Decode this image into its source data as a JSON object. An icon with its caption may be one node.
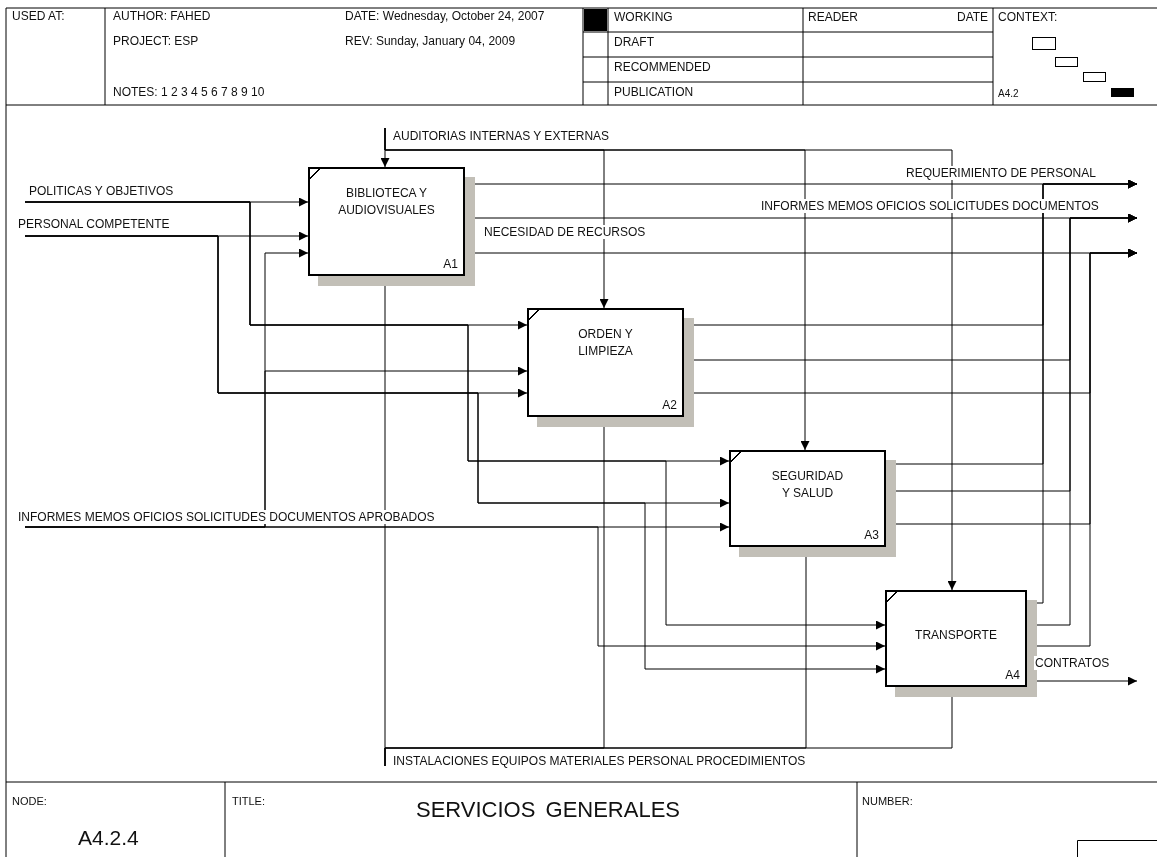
{
  "diagram": {
    "title": "SERVICIOS GENERALES",
    "nodes": [
      {
        "text": [
          "BIBLIOTECA Y AUDIOVISUALES",
          "A1"
        ]
      },
      {
        "text": [
          "ORDEN Y LIMPIEZA",
          "A2"
        ]
      },
      {
        "text": [
          "SEGURIDAD Y SALUD",
          "A3"
        ]
      },
      {
        "text": [
          "TRANSPORTE",
          "A4"
        ]
      }
    ],
    "edges": [
      {
        "from": null,
        "to": 0,
        "arrow": "to",
        "label": "POLITICAS Y OBJETIVOS"
      },
      {
        "from": null,
        "to": 1,
        "arrow": "to"
      },
      {
        "from": null,
        "to": 2,
        "arrow": "to"
      },
      {
        "from": null,
        "to": 3,
        "arrow": "to"
      },
      {
        "from": null,
        "to": 0,
        "arrow": "to",
        "label": "PERSONAL COMPETENTE"
      },
      {
        "from": null,
        "to": 1,
        "arrow": "to"
      },
      {
        "from": null,
        "to": 2,
        "arrow": "to"
      },
      {
        "from": null,
        "to": 3,
        "arrow": "to"
      },
      {
        "from": null,
        "to": 2,
        "arrow": "to",
        "label": "INFORMES MEMOS OFICIOS SOLICITUDES DOCUMENTOS APROBADOS"
      },
      {
        "from": null,
        "to": 0,
        "arrow": "to"
      },
      {
        "from": null,
        "to": 1,
        "arrow": "to"
      },
      {
        "from": null,
        "to": 3,
        "arrow": "to"
      },
      {
        "from": null,
        "to": 0,
        "arrow": "to",
        "label": "AUDITORIAS INTERNAS Y EXTERNAS"
      },
      {
        "from": null,
        "to": 1,
        "arrow": "to"
      },
      {
        "from": null,
        "to": 2,
        "arrow": "to"
      },
      {
        "from": null,
        "to": 3,
        "arrow": "to"
      },
      {
        "from": null,
        "to": 0,
        "arrow": "to",
        "label": "INSTALACIONES EQUIPOS MATERIALES PERSONAL PROCEDIMIENTOS"
      },
      {
        "from": null,
        "to": 1,
        "arrow": "to"
      },
      {
        "from": null,
        "to": 2,
        "arrow": "to"
      },
      {
        "from": null,
        "to": 3,
        "arrow": "to"
      },
      {
        "from": 0,
        "to": null,
        "arrow": "to",
        "label": "REQUERIMIENTO DE PERSONAL"
      },
      {
        "from": 1,
        "to": null,
        "arrow": "to"
      },
      {
        "from": 2,
        "to": null,
        "arrow": "to"
      },
      {
        "from": 3,
        "to": null,
        "arrow": "to"
      },
      {
        "from": 0,
        "to": null,
        "arrow": "to",
        "label": "INFORMES MEMOS OFICIOS SOLICITUDES DOCUMENTOS"
      },
      {
        "from": 1,
        "to": null,
        "arrow": "to"
      },
      {
        "from": 2,
        "to": null,
        "arrow": "to"
      },
      {
        "from": 3,
        "to": null,
        "arrow": "to"
      },
      {
        "from": 0,
        "to": null,
        "arrow": "to",
        "label": "NECESIDAD DE RECURSOS"
      },
      {
        "from": 1,
        "to": null,
        "arrow": "to"
      },
      {
        "from": 2,
        "to": null,
        "arrow": "to"
      },
      {
        "from": 3,
        "to": null,
        "arrow": "to"
      },
      {
        "from": 3,
        "to": null,
        "arrow": "to",
        "label": "CONTRATOS"
      }
    ],
    "labels": [
      "USED AT:",
      "AUTHOR: FAHED",
      "DATE: Wednesday, October 24, 2007",
      "WORKING",
      "READER",
      "DATE",
      "CONTEXT:",
      "PROJECT: ESP",
      "REV: Sunday, January 04, 2009",
      "DRAFT",
      "RECOMMENDED",
      "NOTES: 1 2 3 4 5 6 7 8 9 10",
      "PUBLICATION",
      "A4.2",
      "NODE:",
      "TITLE:",
      "NUMBER:",
      "A4.2.4"
    ]
  }
}
